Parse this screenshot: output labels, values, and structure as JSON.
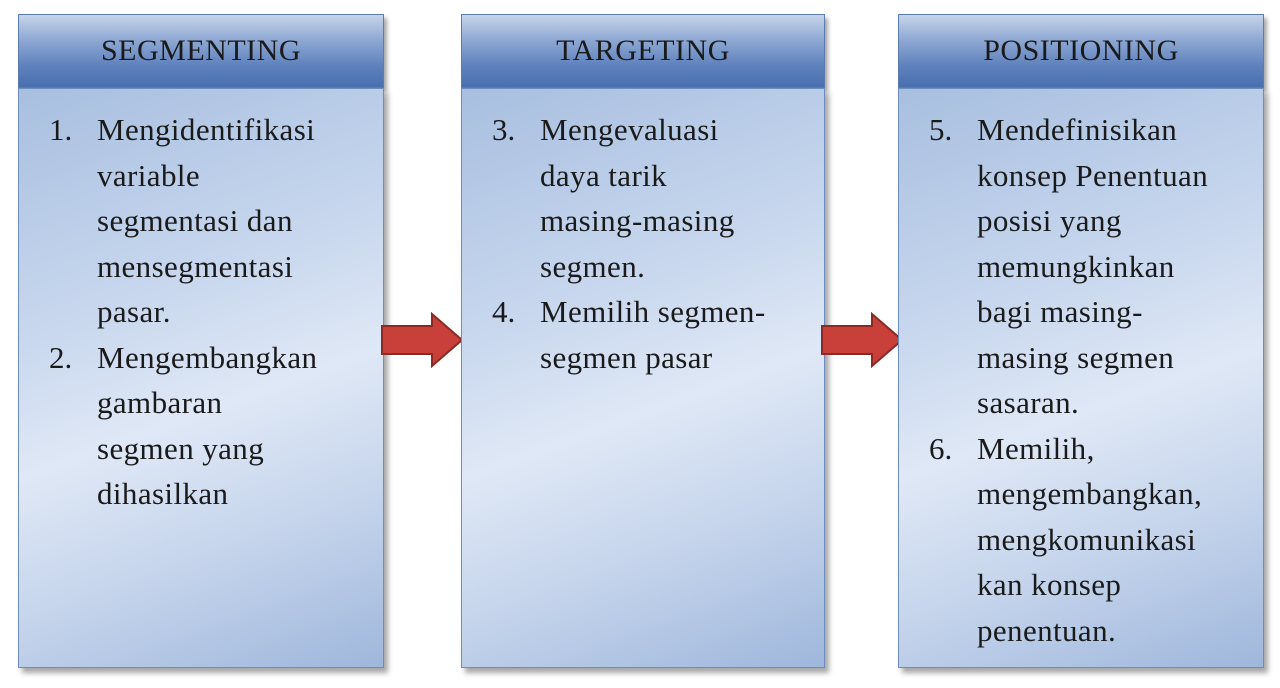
{
  "columns": [
    {
      "title": "SEGMENTING",
      "items": [
        {
          "num": "1.",
          "text": "Mengidentifikasi\nvariable\nsegmentasi dan\nmensegmentasi\npasar."
        },
        {
          "num": "2.",
          "text": "Mengembangkan\ngambaran\nsegmen yang\ndihasilkan"
        }
      ]
    },
    {
      "title": "TARGETING",
      "items": [
        {
          "num": "3.",
          "text": "Mengevaluasi\ndaya tarik\nmasing-masing\nsegmen."
        },
        {
          "num": "4.",
          "text": "Memilih segmen-\nsegmen pasar"
        }
      ]
    },
    {
      "title": "POSITIONING",
      "items": [
        {
          "num": "5.",
          "text": "Mendefinisikan\nkonsep Penentuan\nposisi yang\nmemungkinkan\nbagi masing-\nmasing segmen\nsasaran."
        },
        {
          "num": "6.",
          "text": "Memilih,\nmengembangkan,\nmengkomunikasi\nkan konsep\npenentuan."
        }
      ]
    }
  ],
  "colors": {
    "arrow_fill": "#c9403a",
    "arrow_stroke": "#8a2a25",
    "header_blue": "#5f82bd",
    "box_light": "#dfe8f6"
  }
}
